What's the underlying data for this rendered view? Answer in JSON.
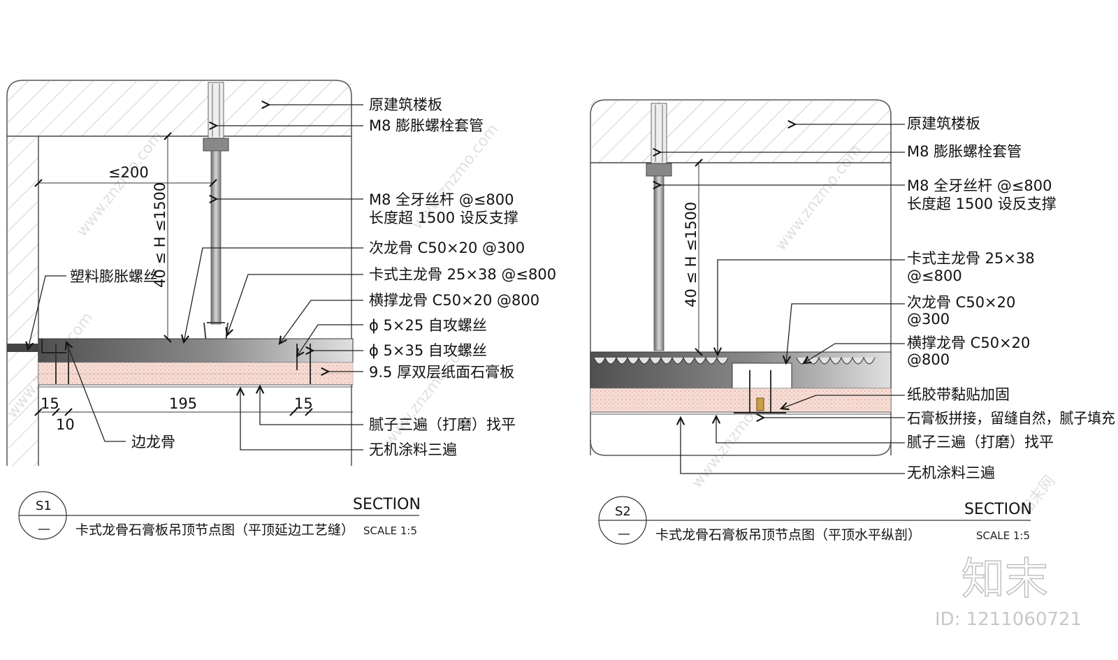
{
  "watermark": {
    "site": "www.znzmo.com",
    "brand": "知末网"
  },
  "logo": {
    "text": "知末",
    "id_text": "ID: 1211060721"
  },
  "s1": {
    "labels": {
      "slab": "原建筑楼板",
      "sleeve": "M8 膨胀螺栓套管",
      "rod_line1": "M8 全牙丝杆 @≤800",
      "rod_line2": "长度超 1500 设反支撑",
      "secondary": "次龙骨 C50×20 @300",
      "main_keel": "卡式主龙骨 25×38 @≤800",
      "cross_keel": "横撑龙骨 C50×20 @800",
      "screw25": "ϕ 5×25 自攻螺丝",
      "screw35": "ϕ 5×35 自攻螺丝",
      "board": "9.5 厚双层纸面石膏板",
      "putty": "腻子三遍（打磨）找平",
      "paint": "无机涂料三遍",
      "plastic_anchor": "塑料膨胀螺丝",
      "edge_keel": "边龙骨"
    },
    "dims": {
      "le200": "≤200",
      "h_range": "40 ≤ H ≤1500",
      "d15a": "15",
      "d10": "10",
      "d195": "195",
      "d15b": "15"
    },
    "title": {
      "tag": "S1",
      "sub": "—",
      "section": "SECTION",
      "name": "卡式龙骨石膏板吊顶节点图（平顶延边工艺缝）",
      "scale": "SCALE 1:5"
    }
  },
  "s2": {
    "labels": {
      "slab": "原建筑楼板",
      "sleeve": "M8 膨胀螺栓套管",
      "rod_line1": "M8 全牙丝杆 @≤800",
      "rod_line2": "长度超 1500 设反支撑",
      "main_keel_line1": "卡式主龙骨 25×38",
      "main_keel_line2": "@≤800",
      "secondary_line1": "次龙骨 C50×20",
      "secondary_line2": "@300",
      "cross_line1": "横撑龙骨 C50×20",
      "cross_line2": "@800",
      "tape": "纸胶带黏贴加固",
      "joint": "石膏板拼接，留缝自然，腻子填充",
      "putty": "腻子三遍（打磨）找平",
      "paint": "无机涂料三遍"
    },
    "dims": {
      "h_range": "40 ≤ H ≤1500"
    },
    "title": {
      "tag": "S2",
      "sub": "—",
      "section": "SECTION",
      "name": "卡式龙骨石膏板吊顶节点图（平顶水平纵剖）",
      "scale": "SCALE 1:5"
    }
  },
  "colors": {
    "concrete_hatch": "#9a9a9a",
    "keel_dark": "#5a5a5a",
    "keel_grad_light": "#d8d8d8",
    "board_pink": "#f6dcd4",
    "rod_metal": "#9e9e9e",
    "watermark": "#d4d4d4"
  }
}
